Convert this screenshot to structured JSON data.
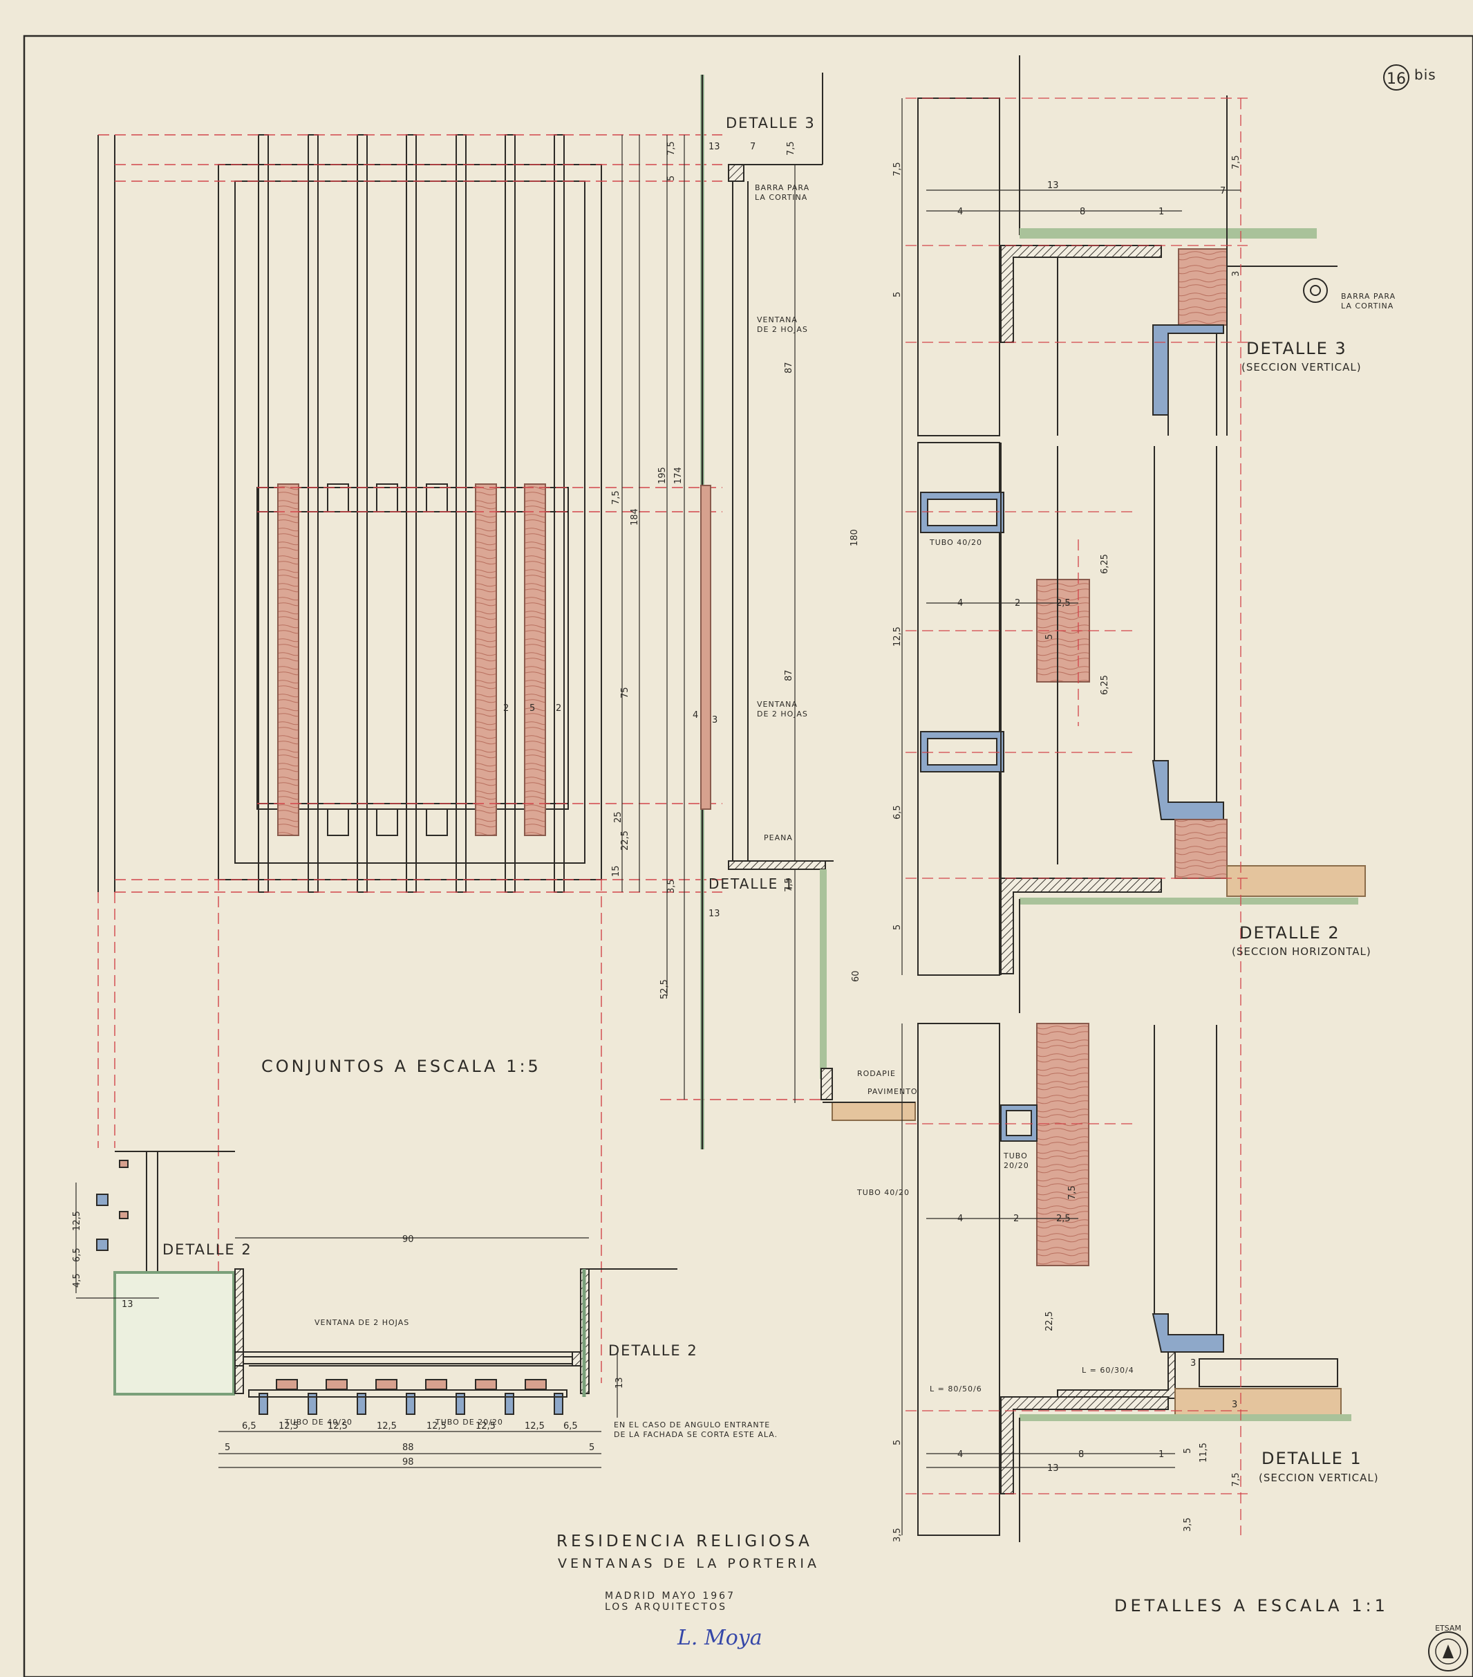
{
  "sheet": {
    "number": "16",
    "number_suffix": "bis",
    "colors": {
      "paper": "#efe9d8",
      "ink": "#2c2a26",
      "dimension_red": "#d2454a",
      "wood": "#d7a18e",
      "steel_blue": "#8ea8c9",
      "wall_green": "#a9c29a",
      "floor_tan": "#e4c49d",
      "signature": "#3547a8"
    }
  },
  "titles": {
    "conjuntos": "CONJUNTOS A ESCALA 1:5",
    "detalles": "DETALLES A ESCALA 1:1",
    "project": "RESIDENCIA RELIGIOSA",
    "subject": "VENTANAS DE LA PORTERIA",
    "date_line": "MADRID MAYO 1967",
    "authors": "LOS ARQUITECTOS",
    "signature": "L. Moya",
    "archive_stamp": "ETSAM"
  },
  "details": {
    "d3_elev": "DETALLE 3",
    "d1_elev": "DETALLE 1",
    "d2_plan_left": "DETALLE 2",
    "d2_plan_right": "DETALLE 2",
    "d3_big": "DETALLE 3",
    "d3_sub": "(SECCION VERTICAL)",
    "d2_big": "DETALLE 2",
    "d2_sub": "(SECCION HORIZONTAL)",
    "d1_big": "DETALLE 1",
    "d1_sub": "(SECCION VERTICAL)"
  },
  "notes": {
    "barra_1": "BARRA PARA",
    "barra_2": "LA CORTINA",
    "ventana_a1": "VENTANA",
    "ventana_a2": "DE 2 HOJAS",
    "ventana_b1": "VENTANA",
    "ventana_b2": "DE 2 HOJAS",
    "peana": "PEANA",
    "rodapie": "RODAPIE",
    "pavimento": "PAVIMENTO",
    "barra_r1": "BARRA PARA",
    "barra_r2": "LA CORTINA",
    "tubo_4020_d2": "TUBO 40/20",
    "tubo_2020_a": "TUBO",
    "tubo_2020_b": "20/20",
    "tubo_4020_d1": "TUBO 40/20",
    "l_60": "L = 60/30/4",
    "l_80": "L = 80/50/6",
    "plan_ventana": "VENTANA DE 2 HOJAS",
    "plan_tubo_4020": "TUBO DE 40/20",
    "plan_tubo_2020": "TUBO DE 20/20",
    "plan_note_1": "EN EL CASO DE ANGULO ENTRANTE",
    "plan_note_2": "DE LA FACHADA SE CORTA ESTE ALA."
  },
  "dims": {
    "e13": "13",
    "e7": "7",
    "e75a": "7,5",
    "e5": "5",
    "e75b": "7,5",
    "e87a": "87",
    "e87b": "87",
    "e195": "195",
    "e174": "174",
    "e184": "184",
    "e180": "180",
    "e75t": "7,5",
    "e75": "75",
    "e25": "25",
    "e225": "22,5",
    "e15": "15",
    "e35": "3,5",
    "e75c": "7,5",
    "e13b": "13",
    "e60": "60",
    "e525": "52,5",
    "e2a": "2",
    "e5a": "5",
    "e2b": "2",
    "e4": "4",
    "e2c": "2",
    "e3": "3",
    "r13": "13",
    "r7": "7",
    "r4": "4",
    "r8": "8",
    "r1": "1",
    "r75": "7,5",
    "r5": "5",
    "r75b": "7,5",
    "r3": "3",
    "m4": "4",
    "m2": "2",
    "m25": "2,5",
    "m625a": "6,25",
    "m625b": "6,25",
    "m125": "12,5",
    "m65": "6,5",
    "m5v": "5",
    "m5": "5",
    "b4": "4",
    "b2": "2",
    "b25": "2,5",
    "b75": "7,5",
    "b225": "22,5",
    "b3a": "3",
    "b3b": "3",
    "b4c": "4",
    "b8": "8",
    "b1": "1",
    "b13": "13",
    "b5": "5",
    "b115": "11,5",
    "b75b": "7,5",
    "b35": "3,5",
    "b35b": "3,5",
    "b5l": "5",
    "p90": "90",
    "p13": "13",
    "p125": "12,5",
    "p65": "6,5",
    "p45": "4,5",
    "p13r": "13",
    "q65a": "6,5",
    "q125a": "12,5",
    "q125b": "12,5",
    "q125c": "12,5",
    "q125d": "12,5",
    "q125e": "12,5",
    "q125f": "12,5",
    "q65b": "6,5",
    "q5a": "5",
    "q88": "88",
    "q5b": "5",
    "q98": "98"
  }
}
